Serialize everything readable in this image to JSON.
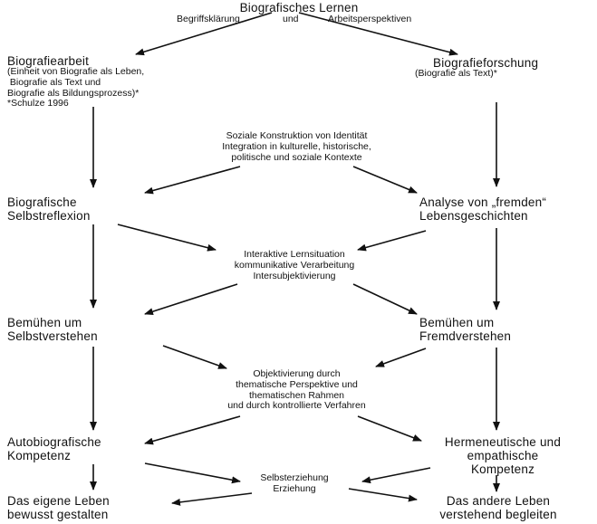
{
  "title": "Biografisches Lernen",
  "subtitle_left": "Begriffsklärung",
  "subtitle_mid": "und",
  "subtitle_right": "Arbeitsperspektiven",
  "nodes": {
    "biografiearbeit_title": "Biografiearbeit",
    "biografiearbeit_desc": "(Einheit von Biografie als Leben,\n Biografie als Text und\nBiografie als Bildungsprozess)*\n*Schulze 1996",
    "biografieforschung_title": "Biografieforschung",
    "biografieforschung_desc": "(Biografie als Text)*",
    "soziale_konstruktion": "Soziale Konstruktion von Identität\nIntegration in kulturelle, historische,\npolitische und soziale Kontexte",
    "selbstreflexion": "Biografische\nSelbstreflexion",
    "analyse": "Analyse von „fremden“\nLebensgeschichten",
    "interaktive": "Interaktive Lernsituation\nkommunikative Verarbeitung\nIntersubjektivierung",
    "selbstverstehen": "Bemühen um\nSelbstverstehen",
    "fremdverstehen": "Bemühen um\nFremdverstehen",
    "objektivierung": "Objektivierung durch\nthematische Perspektive und\nthematischen Rahmen\nund durch kontrollierte Verfahren",
    "autobiografische": "Autobiografische\nKompetenz",
    "hermeneutische": "Hermeneutische und\nempathische\nKompetenz",
    "erziehung": "Selbsterziehung\nErziehung",
    "eigene_leben": "Das eigene Leben\nbewusst gestalten",
    "andere_leben": "Das andere Leben\nverstehend begleiten"
  }
}
